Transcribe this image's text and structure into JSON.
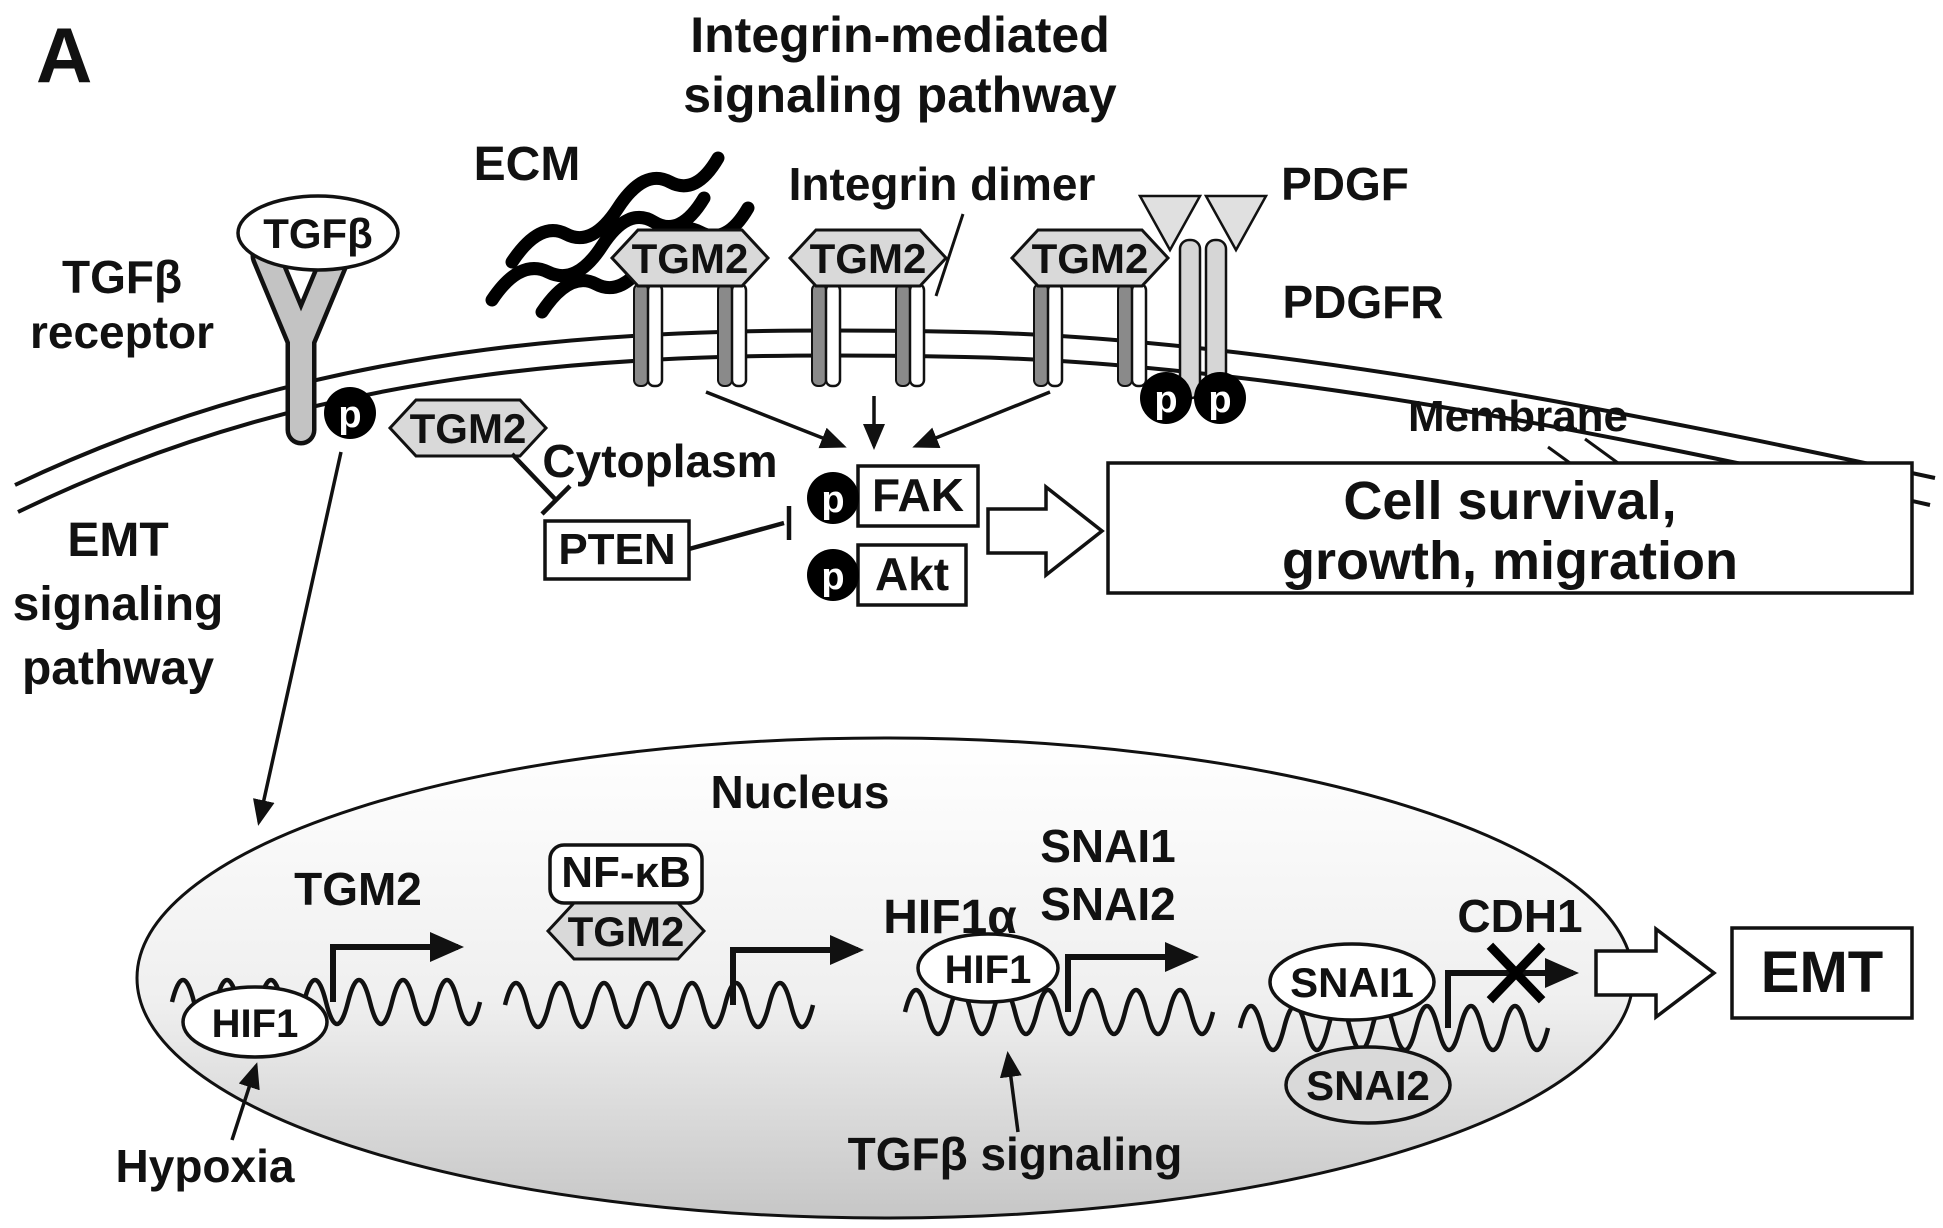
{
  "panel_label": "A",
  "title": {
    "line1": "Integrin-mediated",
    "line2": "signaling pathway"
  },
  "labels": {
    "ecm": "ECM",
    "integrin_dimer": "Integrin dimer",
    "pdgf": "PDGF",
    "pdgfr": "PDGFR",
    "membrane": "Membrane",
    "cytoplasm": "Cytoplasm",
    "nucleus": "Nucleus",
    "phospho": "p",
    "hypoxia": "Hypoxia",
    "tgfb_signaling": "TGFβ signaling",
    "emt_pathway_line1": "EMT",
    "emt_pathway_line2": "signaling",
    "emt_pathway_line3": "pathway",
    "tgfb_receptor_line1": "TGFβ",
    "tgfb_receptor_line2": "receptor"
  },
  "molecules": {
    "tgfb": "TGFβ",
    "tgm2": "TGM2",
    "pten": "PTEN",
    "fak": "FAK",
    "akt": "Akt",
    "nfkb": "NF-κB",
    "hif1": "HIF1",
    "hif1a": "HIF1α",
    "snai1": "SNAI1",
    "snai2": "SNAI2",
    "cdh1": "CDH1"
  },
  "outcome_box": {
    "line1": "Cell survival,",
    "line2": "growth, migration"
  },
  "emt_box": "EMT",
  "colors": {
    "tgm2_fill": "#d9d9d9",
    "receptor_gray": "#c3c3c3",
    "pdgfr_fill": "#d6d6d6",
    "integrin_dark": "#8a8a8a",
    "snai2_fill": "#d9d9d9",
    "nucleus_bottom": "#c6c6c6"
  }
}
